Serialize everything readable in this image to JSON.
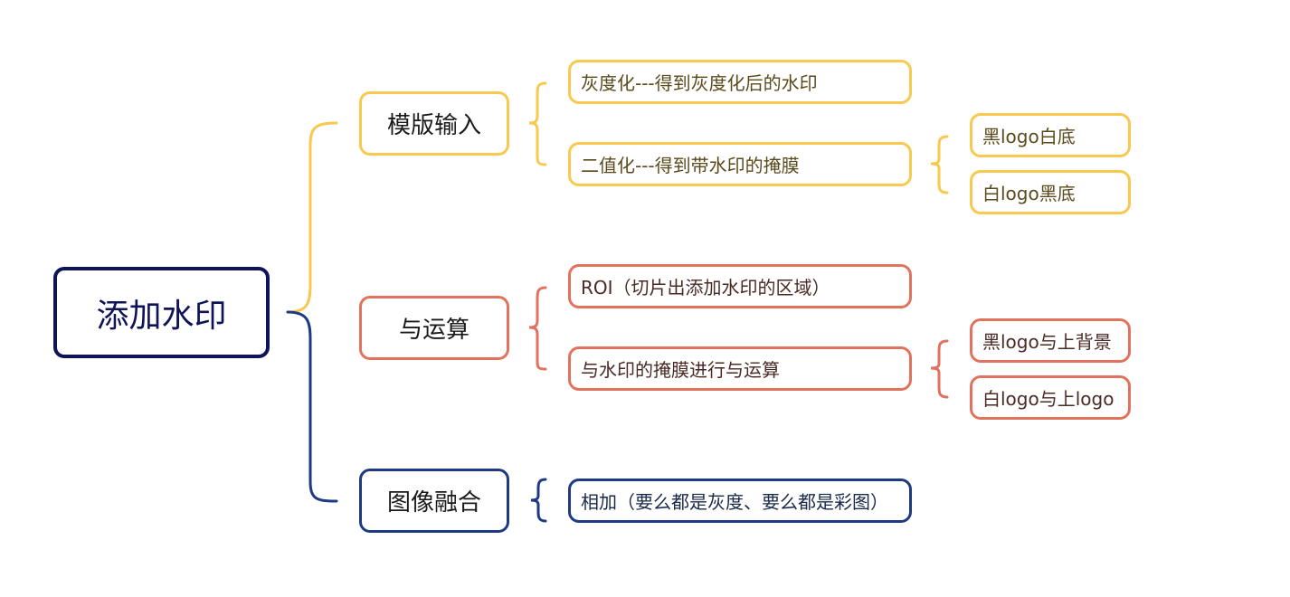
{
  "colors": {
    "root": "#0f1459",
    "branch_1": "#f9c84e",
    "branch_2": "#e1725e",
    "branch_3": "#1e3a82"
  },
  "root": {
    "label": "添加水印"
  },
  "branches": [
    {
      "label": "模版输入",
      "items": [
        {
          "label": "灰度化---得到灰度化后的水印"
        },
        {
          "label": "二值化---得到带水印的掩膜",
          "items": [
            {
              "label": "黑logo白底"
            },
            {
              "label": "白logo黑底"
            }
          ]
        }
      ]
    },
    {
      "label": "与运算",
      "items": [
        {
          "label": "ROI（切片出添加水印的区域）"
        },
        {
          "label": "与水印的掩膜进行与运算",
          "items": [
            {
              "label": "黑logo与上背景"
            },
            {
              "label": "白logo与上logo"
            }
          ]
        }
      ]
    },
    {
      "label": "图像融合",
      "items": [
        {
          "label": "相加（要么都是灰度、要么都是彩图）"
        }
      ]
    }
  ]
}
